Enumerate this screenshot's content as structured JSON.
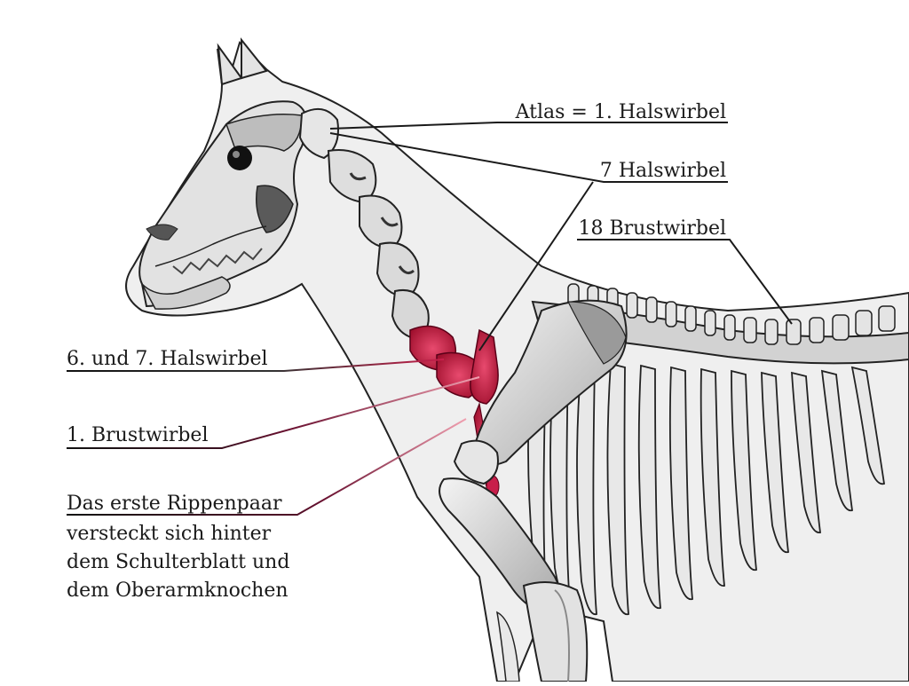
{
  "labels": {
    "atlas": "Atlas = 1. Halswirbel",
    "halswirbel": "7 Halswirbel",
    "brustwirbel": "18 Brustwirbel",
    "hw67": "6. und 7. Halswirbel",
    "bw1": "1. Brustwirbel",
    "rippen_line1": "Das erste Rippenpaar",
    "rippen_line2": "versteckt sich hinter",
    "rippen_line3": "dem Schulterblatt und",
    "rippen_line4": "dem Oberarmknochen"
  },
  "colors": {
    "body_fill": "#f0f0f0",
    "bone_fill": "#d9d9d9",
    "bone_light": "#eeeeee",
    "bone_dark": "#8a8a8a",
    "highlight": "#c81e4a",
    "leader_dark": "#1a1a1a"
  }
}
